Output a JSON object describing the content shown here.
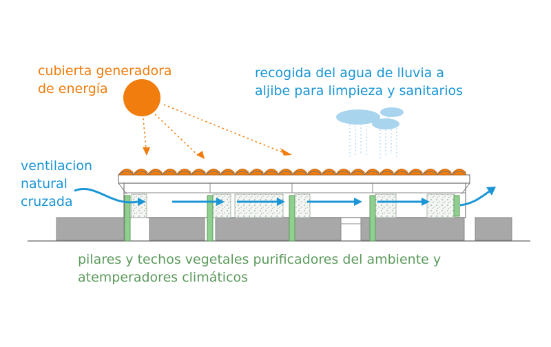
{
  "labels": {
    "roof": [
      "cubierta generadora",
      "de energía"
    ],
    "rain": [
      "recogida del agua de lluvia a",
      "aljibe para limpieza y sanitarios"
    ],
    "vent": [
      "ventilacion",
      "natural",
      "cruzada"
    ],
    "plant": [
      "pilares y techos vegetales purificadores del ambiente y",
      "atemperadores climáticos"
    ]
  },
  "colors": {
    "orange": "#f07d0e",
    "blue": "#1a95d6",
    "green": "#5c9a5c",
    "cloud": "#a9d4ee",
    "gray": "#a8a8a8",
    "pillar": "#8fcf8f"
  }
}
